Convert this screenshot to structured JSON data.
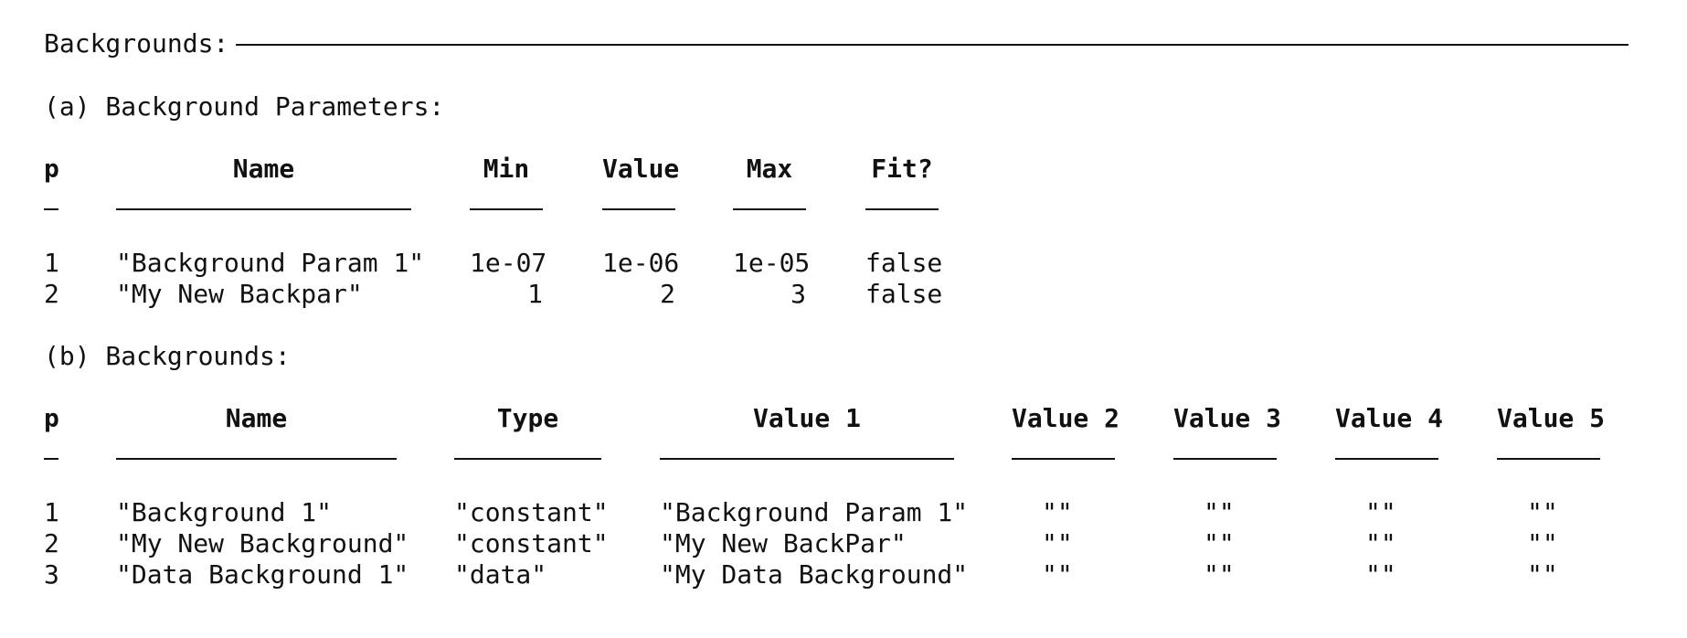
{
  "header": {
    "title": "Backgrounds:"
  },
  "section_a": {
    "title": "(a) Background Parameters:",
    "columns": [
      "p",
      "Name",
      "Min",
      "Value",
      "Max",
      "Fit?"
    ],
    "rows": [
      [
        "1",
        "\"Background Param 1\"",
        "1e-07",
        "1e-06",
        "1e-05",
        "false"
      ],
      [
        "2",
        "\"My New Backpar\"",
        "1",
        "2",
        "3",
        "false"
      ]
    ]
  },
  "section_b": {
    "title": "(b) Backgrounds:",
    "columns": [
      "p",
      "Name",
      "Type",
      "Value 1",
      "Value 2",
      "Value 3",
      "Value 4",
      "Value 5"
    ],
    "rows": [
      [
        "1",
        "\"Background 1\"",
        "\"constant\"",
        "\"Background Param 1\"",
        "\"\"",
        "\"\"",
        "\"\"",
        "\"\""
      ],
      [
        "2",
        "\"My New Background\"",
        "\"constant\"",
        "\"My New BackPar\"",
        "\"\"",
        "\"\"",
        "\"\"",
        "\"\""
      ],
      [
        "3",
        "\"Data Background 1\"",
        "\"data\"",
        "\"My Data Background\"",
        "\"\"",
        "\"\"",
        "\"\"",
        "\"\""
      ]
    ]
  }
}
